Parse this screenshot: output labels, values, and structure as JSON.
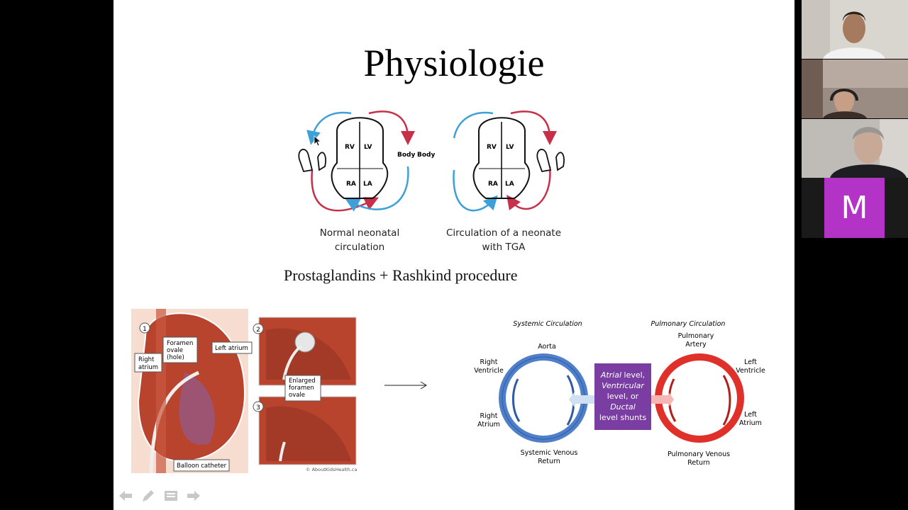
{
  "slide": {
    "title": "Physiologie",
    "subtitle": "Prostaglandins + Rashkind procedure",
    "diagram_top": {
      "normal": {
        "caption_line1": "Normal neonatal",
        "caption_line2": "circulation",
        "labels": {
          "rv": "RV",
          "lv": "LV",
          "ra": "RA",
          "la": "LA",
          "body": "Body"
        }
      },
      "tga": {
        "caption_line1": "Circulation of a neonate",
        "caption_line2": "with TGA",
        "labels": {
          "rv": "RV",
          "lv": "LV",
          "ra": "RA",
          "la": "LA",
          "body": "Body"
        }
      }
    },
    "diagram_rashkind": {
      "step1": "1",
      "step2": "2",
      "step3": "3",
      "foramen_line1": "Foramen",
      "foramen_line2": "ovale",
      "foramen_line3": "(hole)",
      "right_atrium_line1": "Right",
      "right_atrium_line2": "atrium",
      "left_atrium": "Left atrium",
      "enlarged_line1": "Enlarged",
      "enlarged_line2": "foramen",
      "enlarged_line3": "ovale",
      "balloon": "Balloon catheter",
      "copyright": "© AboutKidsHealth.ca"
    },
    "diagram_circulation": {
      "systemic_title": "Systemic Circulation",
      "pulmonary_title": "Pulmonary Circulation",
      "aorta": "Aorta",
      "pulmonary_artery_line1": "Pulmonary",
      "pulmonary_artery_line2": "Artery",
      "right_ventricle_line1": "Right",
      "right_ventricle_line2": "Ventricle",
      "right_atrium_line1": "Right",
      "right_atrium_line2": "Atrium",
      "left_ventricle_line1": "Left",
      "left_ventricle_line2": "Ventricle",
      "left_atrium_line1": "Left",
      "left_atrium_line2": "Atrium",
      "systemic_venous_line1": "Systemic Venous",
      "systemic_venous_line2": "Return",
      "pulmonary_venous_line1": "Pulmonary Venous",
      "pulmonary_venous_line2": "Return",
      "shunt_line1_italic": "Atrial",
      "shunt_line1_rest": " level,",
      "shunt_line2_italic": "Ventricular",
      "shunt_line3": "level, or",
      "shunt_line4_italic": "Ductal",
      "shunt_line5": "level shunts"
    }
  },
  "participants": {
    "avatar_letter": "M"
  },
  "colors": {
    "blue": "#3ea0d9",
    "red": "#c8304a",
    "ring_blue": "#4f7fc9",
    "ring_red": "#e0302a",
    "shunt_purple": "#7a3ea3",
    "avatar": "#b333c6"
  }
}
